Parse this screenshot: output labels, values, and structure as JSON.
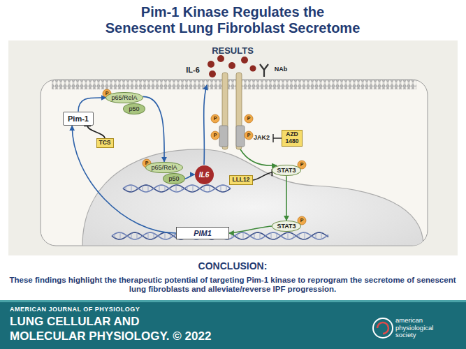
{
  "diagram": {
    "title": "Pim-1 Kinase Regulates the Senescent Lung Fibroblast Secretome",
    "nodes": [
      {
        "text": [
          "Pim-1"
        ]
      },
      {
        "text": [
          "TCS"
        ]
      },
      {
        "text": [
          "p65/RelA"
        ]
      },
      {
        "text": [
          "p50"
        ]
      },
      {
        "text": [
          "p65/RelA"
        ]
      },
      {
        "text": [
          "p50"
        ]
      },
      {
        "text": [
          "IL6"
        ]
      },
      {
        "text": [
          "AZD 1480"
        ]
      },
      {
        "text": [
          "LLL12"
        ]
      },
      {
        "text": [
          "STAT3"
        ]
      },
      {
        "text": [
          "STAT3"
        ]
      },
      {
        "text": [
          "PIM1"
        ]
      }
    ],
    "edges": [
      {
        "from": 0,
        "to": 2,
        "arrow": "to"
      },
      {
        "from": 1,
        "to": 0,
        "arrow": "none"
      },
      {
        "from": 2,
        "to": 4,
        "arrow": "to"
      },
      {
        "from": 5,
        "to": 6,
        "arrow": "to"
      },
      {
        "from": 9,
        "to": 10,
        "arrow": "to"
      },
      {
        "from": 10,
        "to": 11,
        "arrow": "to"
      },
      {
        "from": 11,
        "to": 0,
        "arrow": "to"
      },
      {
        "from": 8,
        "to": 9,
        "arrow": "none"
      }
    ],
    "labels": [
      "RESULTS",
      "IL-6",
      "NAb",
      "JAK2",
      "P",
      "P",
      "P",
      "P",
      "P",
      "P",
      "P",
      "P",
      "CONCLUSION:",
      "These findings highlight the therapeutic potential of targeting Pim-1 kinase to reprogram the secretome of senescent lung fibroblasts and alleviate/reverse IPF progression.",
      "AMERICAN JOURNAL OF PHYSIOLOGY",
      "LUNG CELLULAR AND",
      "MOLECULAR PHYSIOLOGY. © 2022",
      "american physiological society"
    ]
  }
}
